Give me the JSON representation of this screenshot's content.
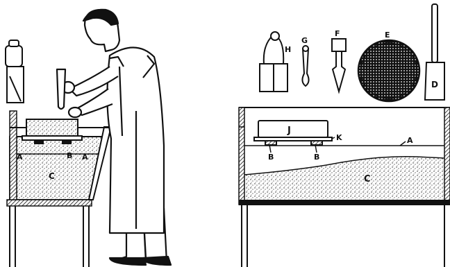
{
  "labels": {
    "left_a": "A",
    "left_b": "B",
    "left_a2": "A",
    "left_c": "C",
    "right_j": "J",
    "right_k": "K",
    "right_a": "A",
    "right_b1": "B",
    "right_b2": "B",
    "right_c": "C",
    "tool_h": "H",
    "tool_g": "G",
    "tool_f": "F",
    "tool_e": "E",
    "tool_d": "D"
  }
}
